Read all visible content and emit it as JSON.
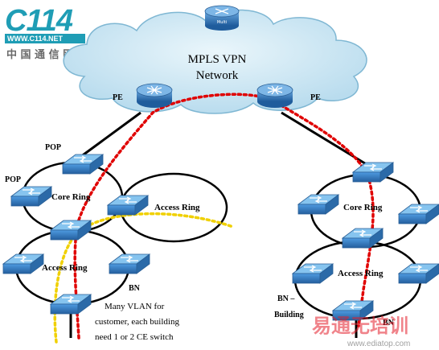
{
  "colors": {
    "cloud_fill": "#cde6f2",
    "cloud_stroke": "#7fb7d3",
    "switch_face": "#3f8fd6",
    "switch_top": "#7ec0ee",
    "router_body": "#2f6fb3",
    "red_path": "#e00000",
    "yellow_path": "#f0d000",
    "logo_teal": "#1f9db5",
    "watermark_red": "#e41e2a"
  },
  "logo": {
    "brand": "C114",
    "url": "WWW.C114.NET",
    "cn": "中 国 通 信 网"
  },
  "cloud": {
    "line1": "MPLS VPN",
    "line2": "Network",
    "router_label": "Multi"
  },
  "labels": {
    "pe_left": "PE",
    "pe_right": "PE",
    "pop_top": "POP",
    "pop_left": "POP",
    "core_ring_left": "Core Ring",
    "access_ring_top": "Access Ring",
    "access_ring_left": "Access Ring",
    "bn_left": "BN",
    "note_line1": "Many VLAN for",
    "note_line2": "customer, each building",
    "note_line3": "need 1 or 2 CE switch",
    "core_ring_right": "Core Ring",
    "access_ring_right": "Access Ring",
    "bn_building_1": "BN –",
    "bn_building_2": "Building",
    "bn_right": "BN"
  },
  "watermark": {
    "cn": "易通无培训",
    "url": "www.ediatop.com"
  }
}
